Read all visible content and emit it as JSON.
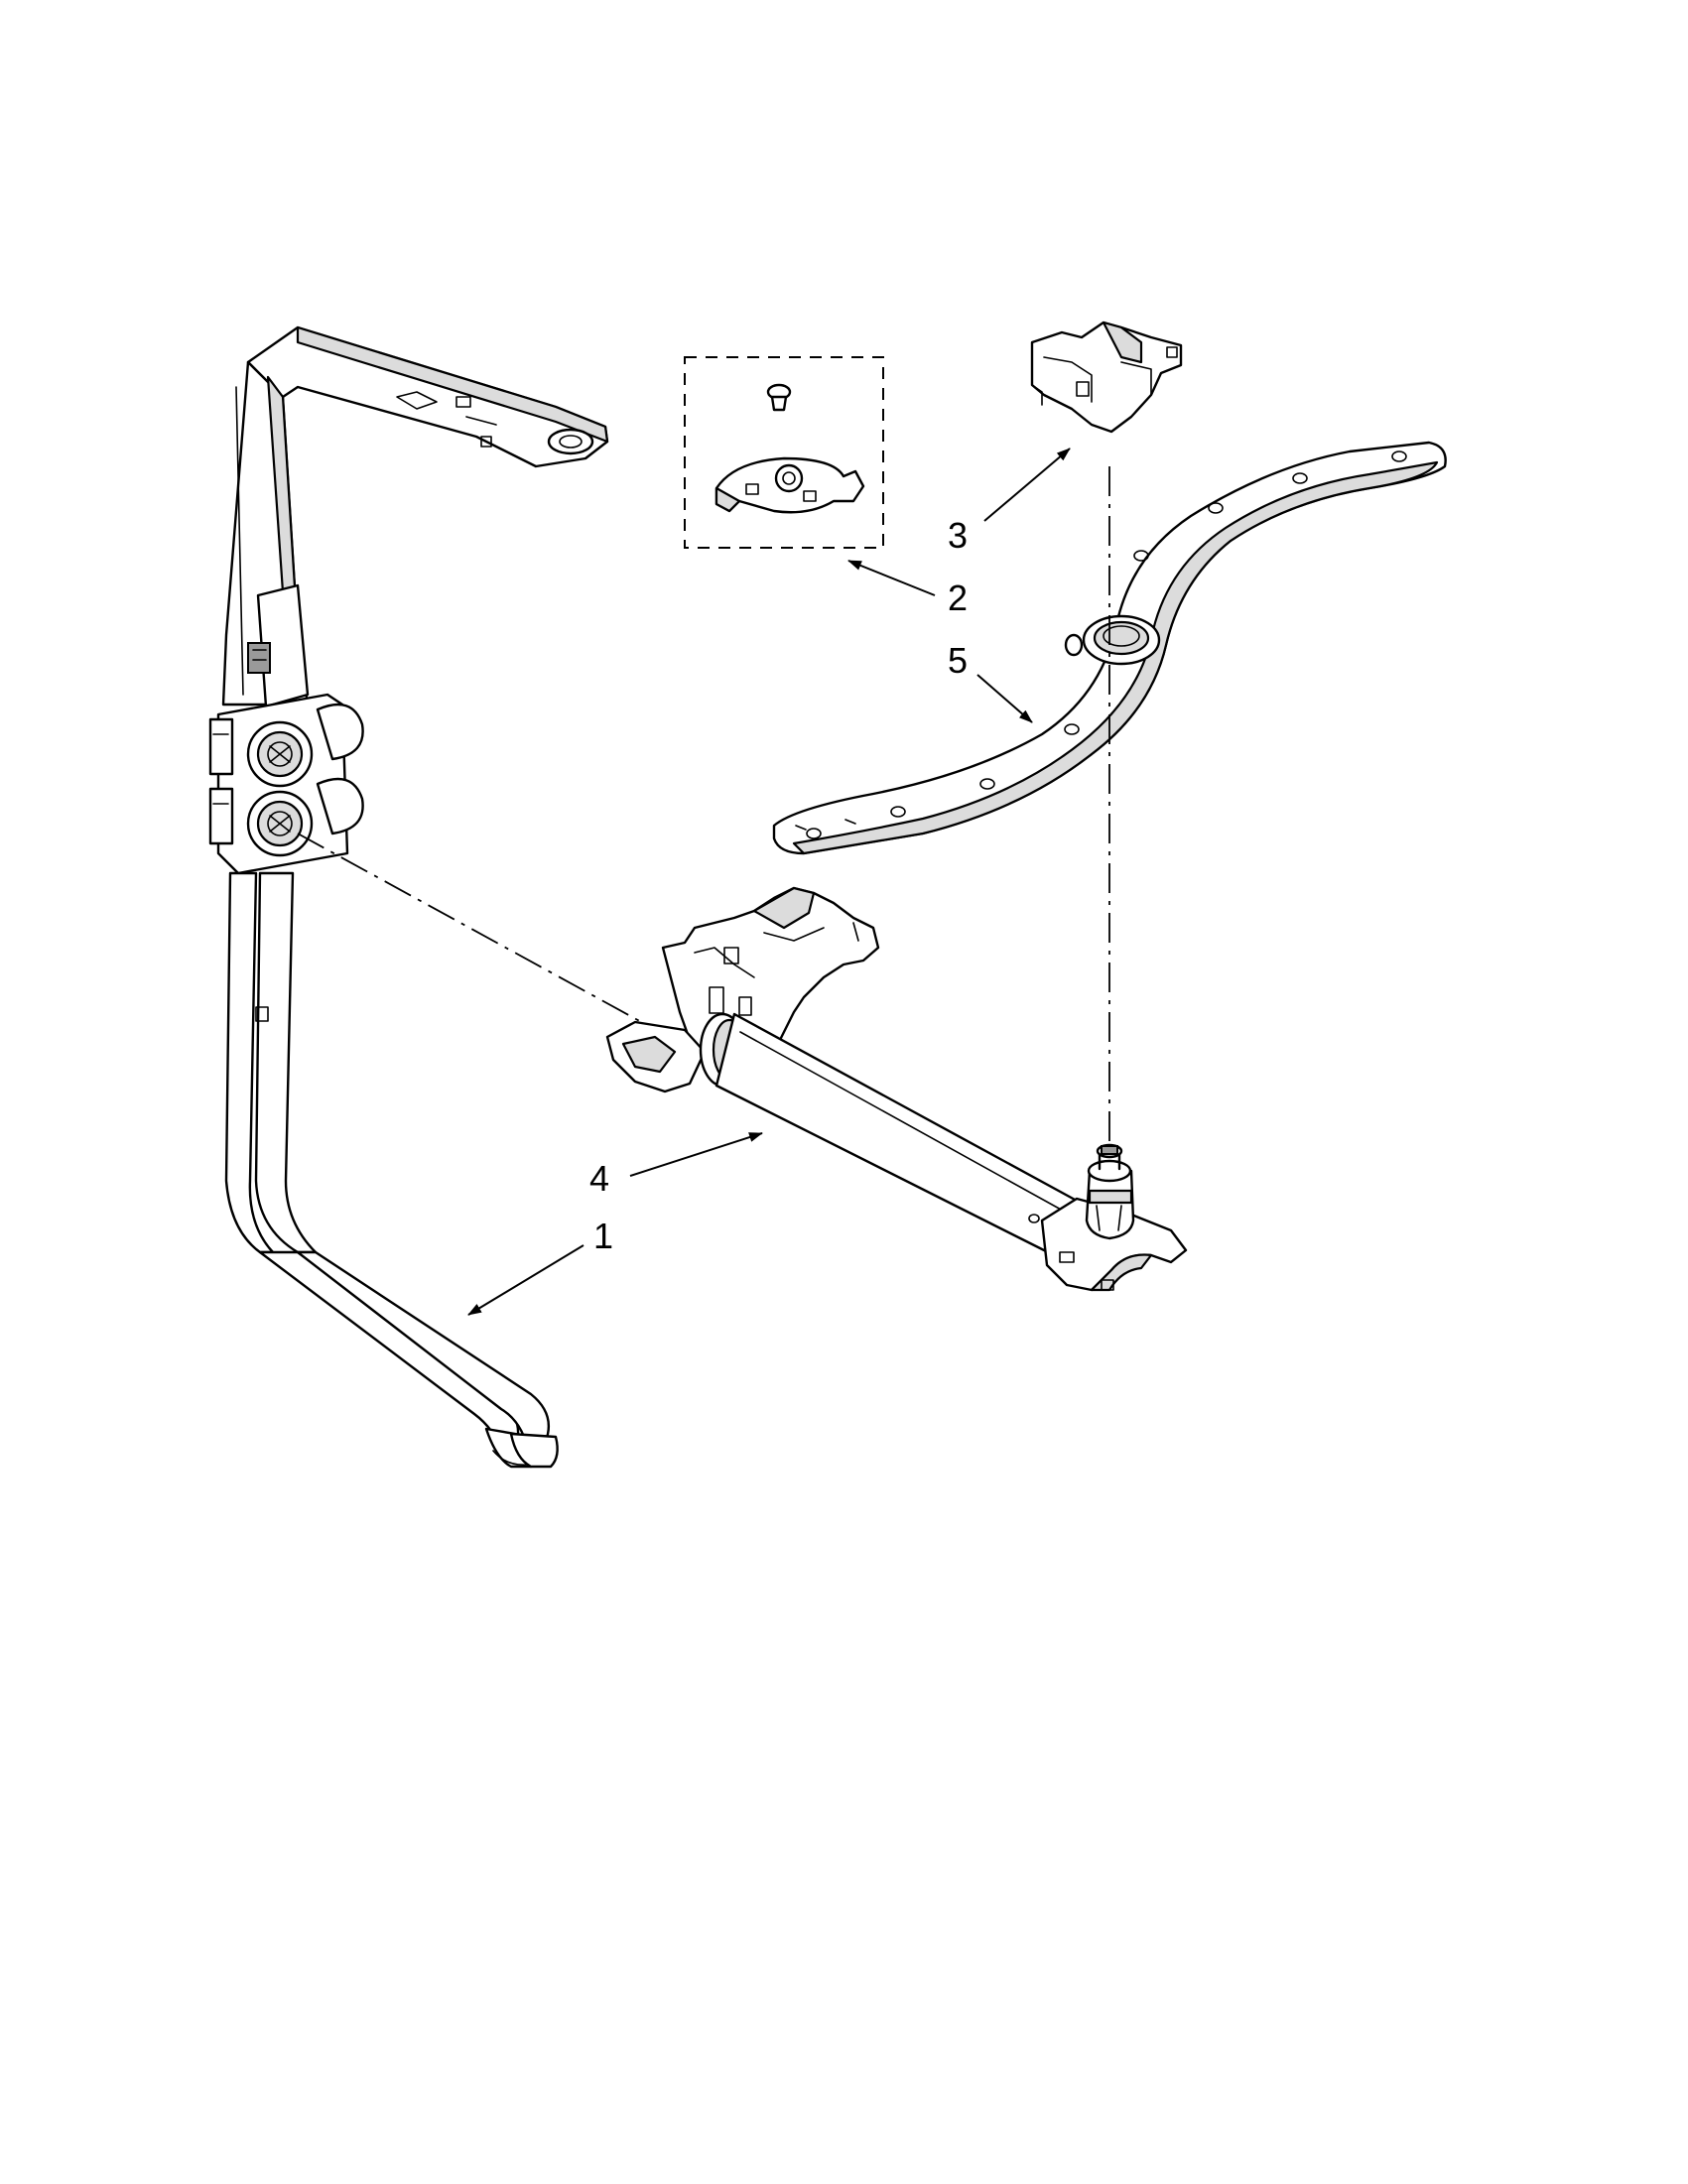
{
  "diagram": {
    "callouts": [
      {
        "number": "1",
        "part": "lower-spray-supply-tube"
      },
      {
        "number": "2",
        "part": "spray-arm-hardware-kit"
      },
      {
        "number": "3",
        "part": "spray-arm-mount"
      },
      {
        "number": "4",
        "part": "manifold-tube"
      },
      {
        "number": "5",
        "part": "spray-arm"
      }
    ],
    "line_color": "#000000",
    "shade_color": "#dcdcdc"
  }
}
